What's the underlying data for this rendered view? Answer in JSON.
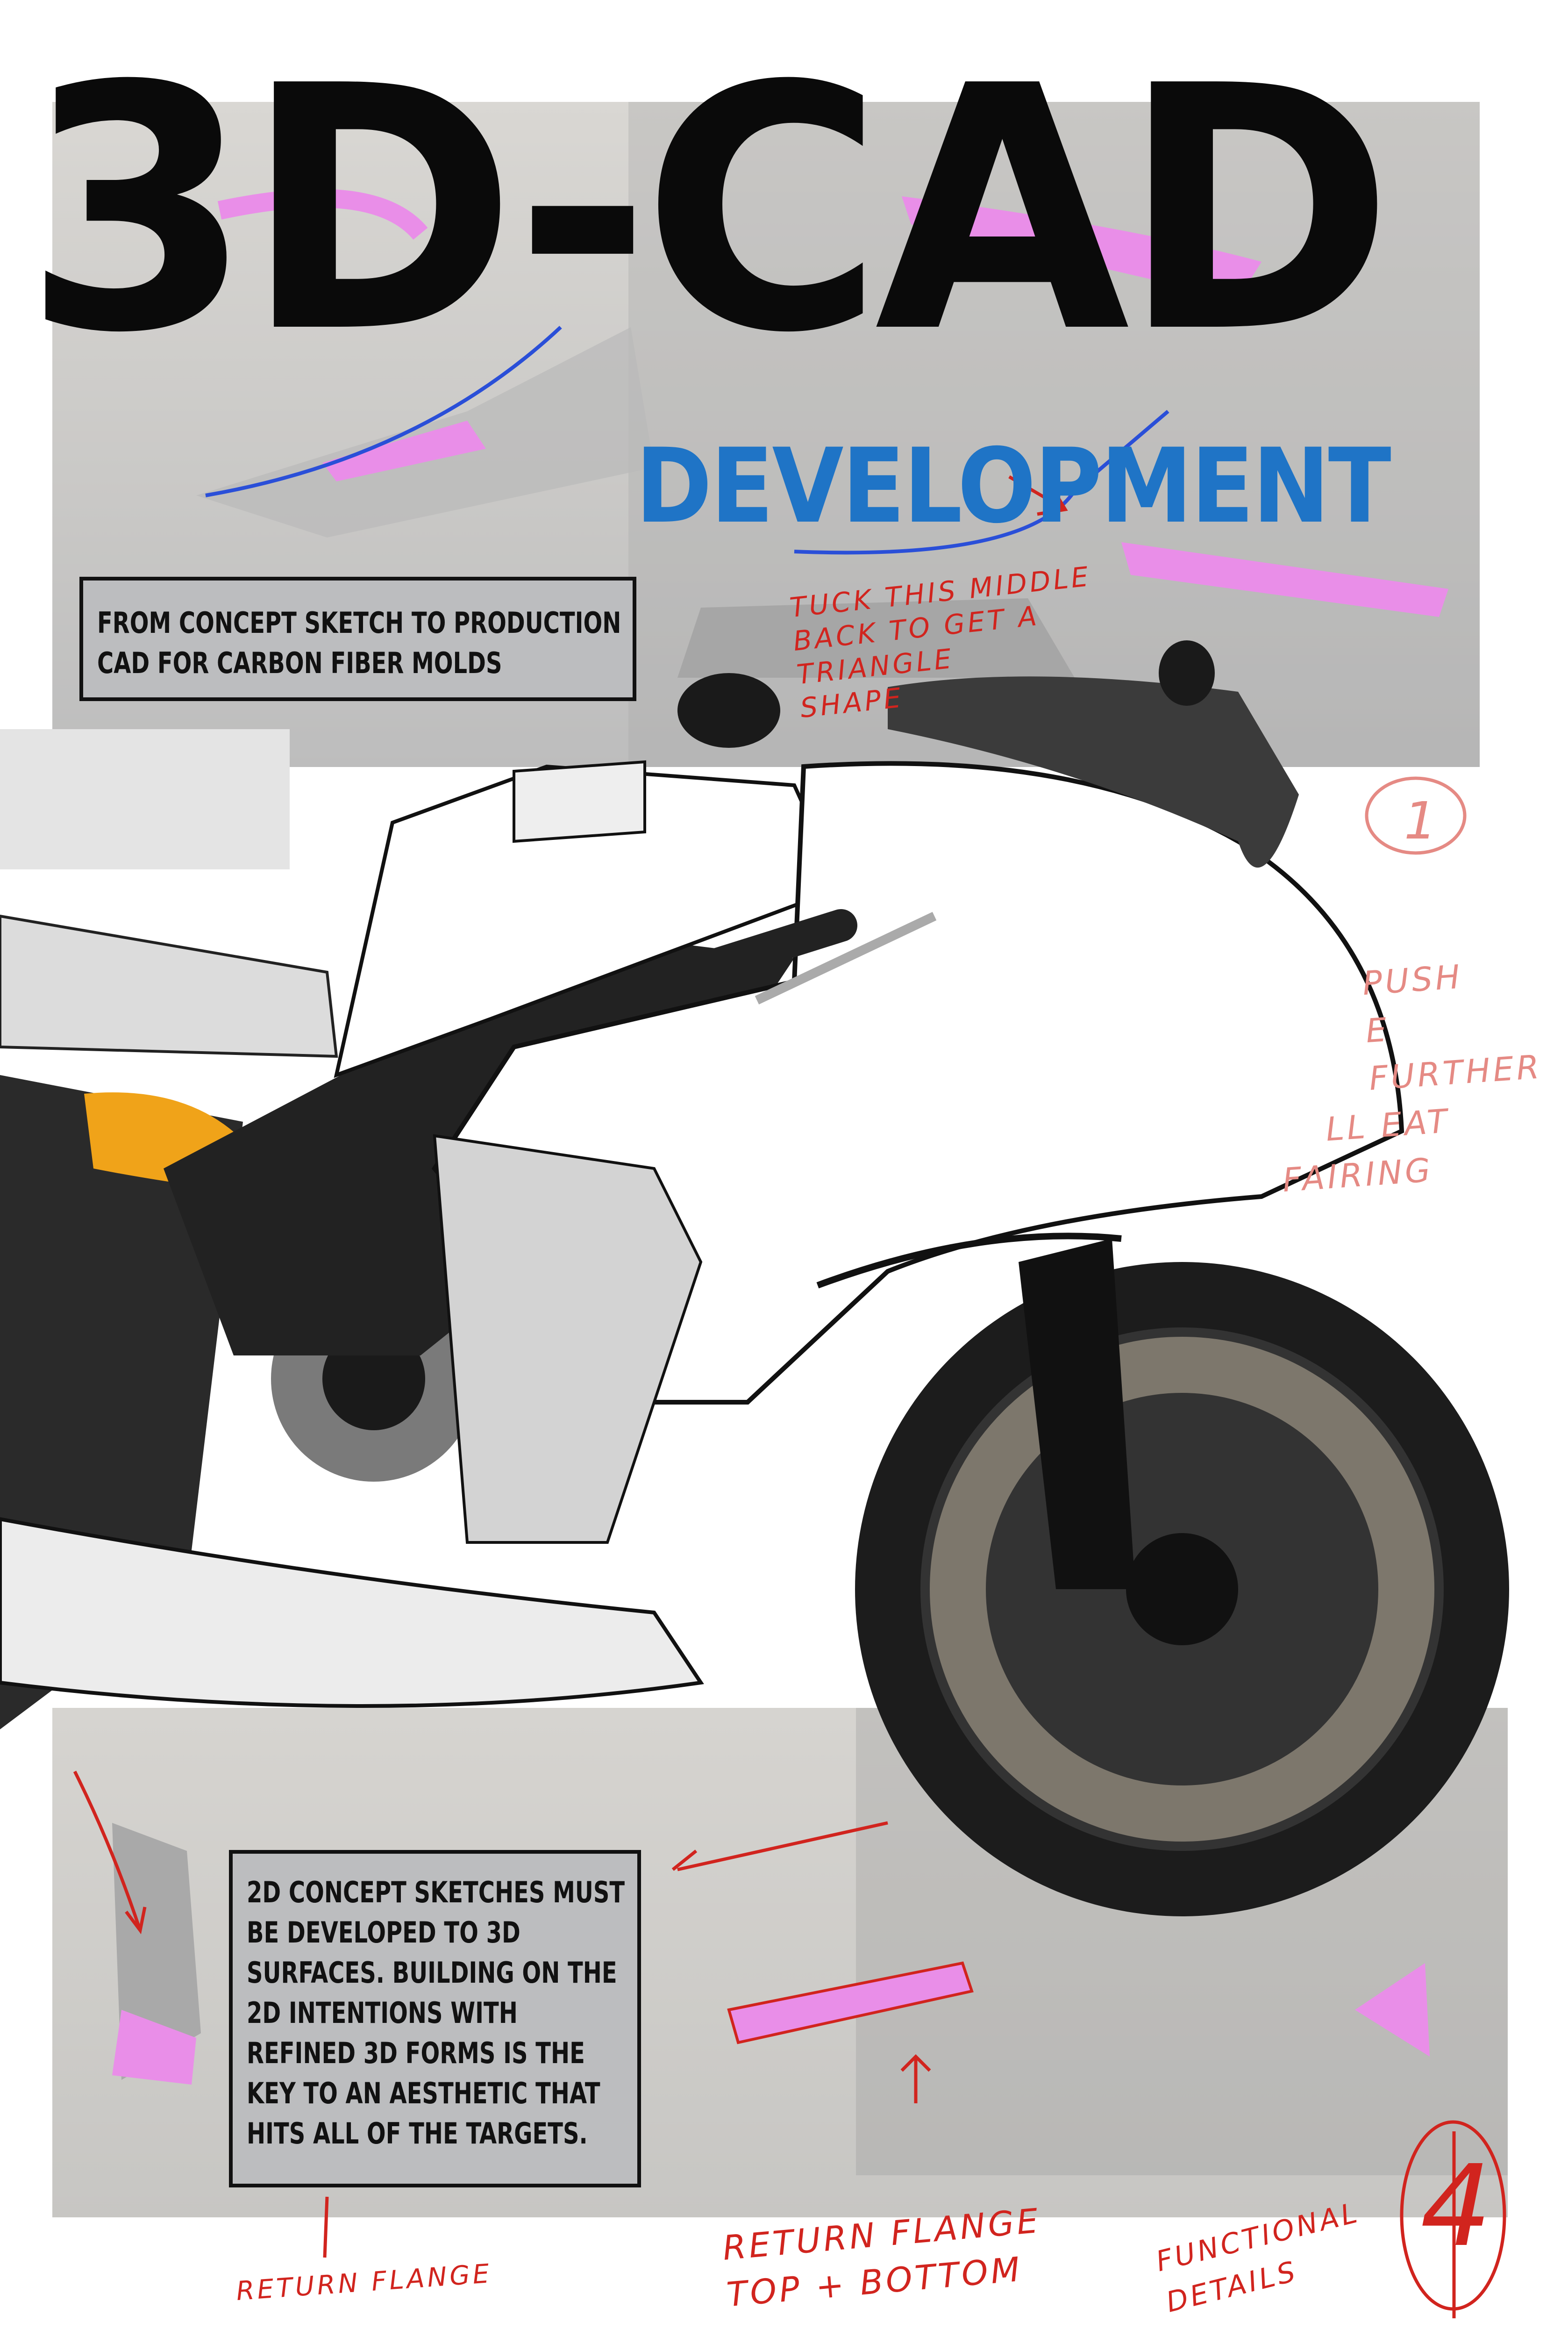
{
  "title": "3D-CAD",
  "subtitle": "DEVELOPMENT",
  "captions": {
    "top": [
      "FROM CONCEPT SKETCH TO PRODUCTION",
      "CAD FOR CARBON FIBER MOLDS"
    ],
    "bottom": [
      "2D CONCEPT SKETCHES MUST",
      "BE DEVELOPED TO 3D",
      "SURFACES. BUILDING ON THE",
      "2D INTENTIONS WITH",
      "REFINED 3D FORMS IS THE",
      "KEY TO AN AESTHETIC THAT",
      "HITS ALL OF THE TARGETS."
    ]
  },
  "annotations": {
    "tuck": [
      "TUCK THIS MIDDLE",
      "BACK TO GET A",
      "TRIANGLE",
      "SHAPE"
    ],
    "push": [
      "PUSH",
      "E",
      "FURTHER",
      "LL EAT",
      "FAIRING"
    ],
    "circle_1": "1",
    "circle_4": "4",
    "return_flange_left": "RETURN FLANGE",
    "return_flange_center": [
      "RETURN FLANGE",
      "TOP + BOTTOM"
    ],
    "functional": [
      "FUNCTIONAL",
      "DETAILS"
    ]
  },
  "colors": {
    "title": "#0a0a0a",
    "subtitle": "#1f74c6",
    "annotation": "#d1241e",
    "cad_highlight": "#e98ee8",
    "cad_line": "#2a4fd8",
    "caption_box": "#bcbdbf"
  }
}
